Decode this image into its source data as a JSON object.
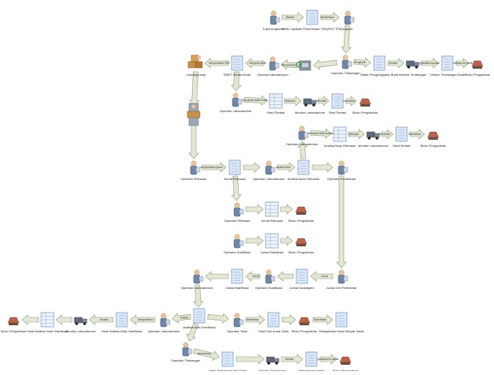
{
  "nodes": [
    {
      "id": "n1",
      "icon": "person",
      "label": "Tupin Angkutan"
    },
    {
      "id": "n2",
      "icon": "doc",
      "label": "RSBC Aplikasi Penerimaan TBS(PKS TPM)"
    },
    {
      "id": "n3",
      "icon": "person",
      "label": "Lapper"
    },
    {
      "id": "n4",
      "icon": "boxes",
      "label": "Loading ramp"
    },
    {
      "id": "n5",
      "icon": "doc",
      "label": "RSBT Sertasi Buah"
    },
    {
      "id": "n6",
      "icon": "person",
      "label": "Operator laboratorium"
    },
    {
      "id": "n7",
      "icon": "machine",
      "label": ""
    },
    {
      "id": "n8",
      "icon": "person",
      "label": "Operator Timbangan"
    },
    {
      "id": "n9",
      "icon": "doc",
      "label": "Daftar Pengangkatan Buah"
    },
    {
      "id": "n10",
      "icon": "truck",
      "label": "Monitor Timbangan"
    },
    {
      "id": "n11",
      "icon": "doc",
      "label": "Ghrtker Timbangan Buah"
    },
    {
      "id": "n12",
      "icon": "sink",
      "label": "Sinko Pengolahan"
    },
    {
      "id": "n13",
      "icon": "person",
      "label": "Operator Laboratorium"
    },
    {
      "id": "n14",
      "icon": "sheet",
      "label": "Hasil Sertasi"
    },
    {
      "id": "n15",
      "icon": "truck",
      "label": "Monitor Laboratorium"
    },
    {
      "id": "n16",
      "icon": "doc",
      "label": "Rest Sertasi"
    },
    {
      "id": "n17",
      "icon": "sink",
      "label": "Sinko Pengolahan"
    },
    {
      "id": "n18",
      "icon": "person",
      "label": "Operator Laboratorium"
    },
    {
      "id": "n19",
      "icon": "sheet",
      "label": "Analisa Mutu Rebusan"
    },
    {
      "id": "n20",
      "icon": "truck",
      "label": "Monitor Laboratorium"
    },
    {
      "id": "n21",
      "icon": "doc",
      "label": "Hasil Sertasi"
    },
    {
      "id": "n22",
      "icon": "sink",
      "label": "Sinko Pengolahan"
    },
    {
      "id": "n23",
      "icon": "tank",
      "label": ""
    },
    {
      "id": "n24",
      "icon": "person",
      "label": "Operator Rebusan"
    },
    {
      "id": "n25",
      "icon": "doc",
      "label": "Jurnal Rebusan"
    },
    {
      "id": "n26",
      "icon": "person",
      "label": "Operator Laboratorium"
    },
    {
      "id": "n27",
      "icon": "doc",
      "label": "Analisa Mutu Rebusan"
    },
    {
      "id": "n28",
      "icon": "person",
      "label": "Operator Pembahan"
    },
    {
      "id": "n29",
      "icon": "person",
      "label": "Operator Rebusan"
    },
    {
      "id": "n30",
      "icon": "sheet",
      "label": "Jurnal Rebusan"
    },
    {
      "id": "n31",
      "icon": "sink",
      "label": "Sinko Pengolahan"
    },
    {
      "id": "n32",
      "icon": "person",
      "label": "Operator Klarifikasi"
    },
    {
      "id": "n33",
      "icon": "sheet",
      "label": "Jurnal Klarifikasi"
    },
    {
      "id": "n34",
      "icon": "sink",
      "label": "Sinko Pengolahan"
    },
    {
      "id": "n35",
      "icon": "person",
      "label": "Operator Laboratorium"
    },
    {
      "id": "n36",
      "icon": "doc",
      "label": "Jurnal Klarifikasi"
    },
    {
      "id": "n37",
      "icon": "person",
      "label": "Operator Klarifikasi"
    },
    {
      "id": "n38",
      "icon": "doc",
      "label": "Jurnal Kadalapen"
    },
    {
      "id": "n39",
      "icon": "person",
      "label": "Jurnal Lini Pembahan"
    },
    {
      "id": "n40",
      "icon": "sink",
      "label": "Sinko Pengolahan"
    },
    {
      "id": "n41",
      "icon": "sheet",
      "label": "Hasil Analisa Mutu Klarifikasi"
    },
    {
      "id": "n42",
      "icon": "truck",
      "label": "Monitor Laboratorium"
    },
    {
      "id": "n43",
      "icon": "doc",
      "label": "Hasil Analisa Mutu Klarifikasi"
    },
    {
      "id": "n44",
      "icon": "person",
      "label": "Operator Laboratorium"
    },
    {
      "id": "n45",
      "icon": "doc",
      "label": "Analisa Mutu Klarifikasi"
    },
    {
      "id": "n46",
      "icon": "person",
      "label": "Operator Tanki"
    },
    {
      "id": "n47",
      "icon": "doc",
      "label": "Hasil Sek Ansik Tanki"
    },
    {
      "id": "n48",
      "icon": "sink",
      "label": "Sinko Pengolahan"
    },
    {
      "id": "n49",
      "icon": "doc",
      "label": "Rekapitulasi Hasil Minyak Sawit"
    },
    {
      "id": "n50",
      "icon": "person",
      "label": "Operator Timbangan"
    },
    {
      "id": "n51",
      "icon": "doc",
      "label": "Hasil Timbangan Hsl Sawit"
    },
    {
      "id": "n52",
      "icon": "truck",
      "label": "Monitor Timbangan"
    },
    {
      "id": "n53",
      "icon": "doc",
      "label": "Rekapitulasi Hasil"
    },
    {
      "id": "n54",
      "icon": "sink",
      "label": "Sinko Pengolahan"
    }
  ],
  "edges": [
    {
      "from": "n1",
      "to": "n2",
      "label": "Berikan"
    },
    {
      "from": "n2",
      "to": "n3",
      "label": "Memberikan"
    },
    {
      "from": "n3",
      "to": "n8",
      "label": ""
    },
    {
      "from": "n8",
      "to": "n9",
      "label": "Menginput"
    },
    {
      "from": "n9",
      "to": "n10",
      "label": "Dicetak"
    },
    {
      "from": "n10",
      "to": "n11",
      "label": "Menghasilkan laporan"
    },
    {
      "from": "n11",
      "to": "n12",
      "label": "Menyerahkan ke pabrik"
    },
    {
      "from": "n8",
      "to": "n7",
      "label": ""
    },
    {
      "from": "n7",
      "to": "n6",
      "label": "Menyerahkan TBS"
    },
    {
      "from": "n6",
      "to": "n5",
      "label": "Menyortir Buah"
    },
    {
      "from": "n5",
      "to": "n4",
      "label": "Menyerahkan TBS"
    },
    {
      "from": "n5",
      "to": "n13",
      "label": ""
    },
    {
      "from": "n13",
      "to": "n14",
      "label": "Membutuhkan data sortasi"
    },
    {
      "from": "n14",
      "to": "n15",
      "label": "Disimpan"
    },
    {
      "from": "n15",
      "to": "n16",
      "label": "Mencetak"
    },
    {
      "from": "n16",
      "to": "n17",
      "label": "Diserahkan"
    },
    {
      "from": "n18",
      "to": "n19",
      "label": "Membutuhkan data analisa"
    },
    {
      "from": "n19",
      "to": "n20",
      "label": "Disimpan"
    },
    {
      "from": "n20",
      "to": "n21",
      "label": "Mencetak"
    },
    {
      "from": "n21",
      "to": "n22",
      "label": "Diserahkan"
    },
    {
      "from": "n4",
      "to": "n23",
      "label": ""
    },
    {
      "from": "n23",
      "to": "n24",
      "label": ""
    },
    {
      "from": "n24",
      "to": "n25",
      "label": "Menyerahkan jurnal"
    },
    {
      "from": "n25",
      "to": "n26",
      "label": ""
    },
    {
      "from": "n26",
      "to": "n27",
      "label": "Analisa Mutu"
    },
    {
      "from": "n27",
      "to": "n28",
      "label": ""
    },
    {
      "from": "n27",
      "to": "n18",
      "label": ""
    },
    {
      "from": "n25",
      "to": "n29",
      "label": ""
    },
    {
      "from": "n29",
      "to": "n30",
      "label": ""
    },
    {
      "from": "n30",
      "to": "n31",
      "label": ""
    },
    {
      "from": "n32",
      "to": "n33",
      "label": ""
    },
    {
      "from": "n33",
      "to": "n34",
      "label": ""
    },
    {
      "from": "n28",
      "to": "n39",
      "label": ""
    },
    {
      "from": "n39",
      "to": "n38",
      "label": "Jurnal"
    },
    {
      "from": "n38",
      "to": "n37",
      "label": ""
    },
    {
      "from": "n37",
      "to": "n36",
      "label": "Jurnal"
    },
    {
      "from": "n36",
      "to": "n35",
      "label": ""
    },
    {
      "from": "n35",
      "to": "n45",
      "label": ""
    },
    {
      "from": "n45",
      "to": "n44",
      "label": "Analisa"
    },
    {
      "from": "n44",
      "to": "n43",
      "label": "Menyerahkan"
    },
    {
      "from": "n43",
      "to": "n42",
      "label": "Dicetak"
    },
    {
      "from": "n42",
      "to": "n41",
      "label": ""
    },
    {
      "from": "n41",
      "to": "n40",
      "label": ""
    },
    {
      "from": "n45",
      "to": "n46",
      "label": ""
    },
    {
      "from": "n46",
      "to": "n47",
      "label": "Memeriksa"
    },
    {
      "from": "n47",
      "to": "n48",
      "label": ""
    },
    {
      "from": "n48",
      "to": "n49",
      "label": "Diserahkan"
    },
    {
      "from": "n45",
      "to": "n50",
      "label": ""
    },
    {
      "from": "n50",
      "to": "n51",
      "label": "Menimbang"
    },
    {
      "from": "n51",
      "to": "n52",
      "label": ""
    },
    {
      "from": "n52",
      "to": "n53",
      "label": "Dicetak"
    },
    {
      "from": "n53",
      "to": "n54",
      "label": "Menyerahkan ke pabrik"
    }
  ],
  "colors": {
    "arrow_fill": "#e3e8d4",
    "arrow_stroke": "#8e9a78",
    "doc_fill": "#dbe8f7",
    "doc_stroke": "#6f93c4",
    "person_body": "#6f86a6",
    "person_head": "#e8c49c",
    "box_fill": "#c89048",
    "text": "#222222"
  }
}
